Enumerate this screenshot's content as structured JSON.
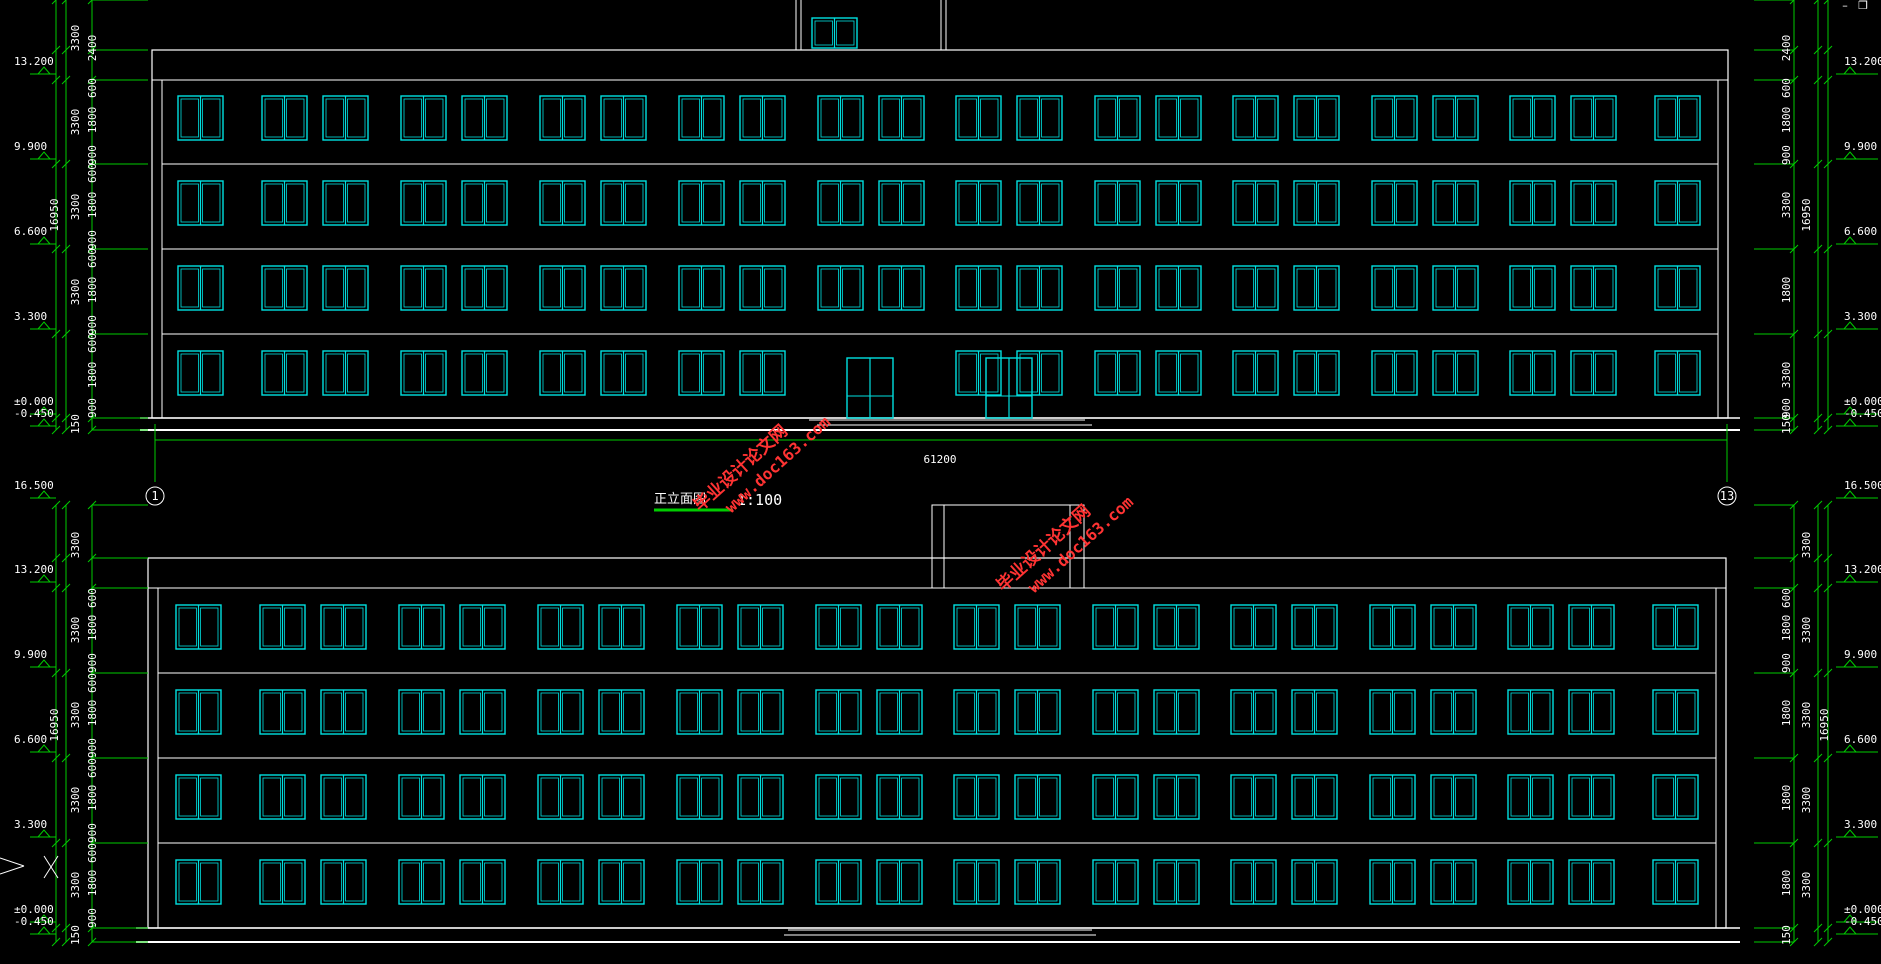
{
  "viewport": {
    "background": "#000000",
    "colors": {
      "outline": "#ffffff",
      "window": "#00e0e0",
      "dimension": "#00cc00",
      "watermark": "#ff3333",
      "title_underline": "#00cc00"
    },
    "controls": {
      "minimize": "–",
      "restore": "❐"
    }
  },
  "elevations": [
    {
      "name": "front",
      "title": "正立面图",
      "scale": "1:100",
      "overall_width": "61200",
      "axis_start": "1",
      "axis_end": "13",
      "levels": [
        "13.200",
        "9.900",
        "6.600",
        "3.300",
        "±0.000",
        "-0.450"
      ],
      "total_height": "16950",
      "storey_dims": [
        "3300",
        "3300",
        "3300",
        "3300"
      ],
      "window_dims": [
        "900",
        "1800",
        "600",
        "900",
        "1800",
        "600",
        "900",
        "1800",
        "600",
        "900",
        "1800",
        "600"
      ],
      "extra_dims": [
        "2400",
        "900",
        "150"
      ],
      "floors": 4,
      "entrance_doors": 2
    },
    {
      "name": "rear",
      "levels": [
        "16.500",
        "13.200",
        "9.900",
        "6.600",
        "3.300",
        "±0.000",
        "-0.450"
      ],
      "total_height": "16950",
      "storey_dims": [
        "3300",
        "3300",
        "3300",
        "3300",
        "3300"
      ],
      "window_dims": [
        "900",
        "1800",
        "600",
        "900",
        "1800",
        "600",
        "900",
        "1800",
        "600",
        "900",
        "1800",
        "600"
      ],
      "extra_dims": [
        "150"
      ],
      "floors": 4
    }
  ],
  "watermarks": [
    {
      "cn": "毕业设计论文网",
      "url": "www.doc163.com"
    },
    {
      "cn": "毕业设计论文网",
      "url": "www.doc163.com"
    }
  ]
}
